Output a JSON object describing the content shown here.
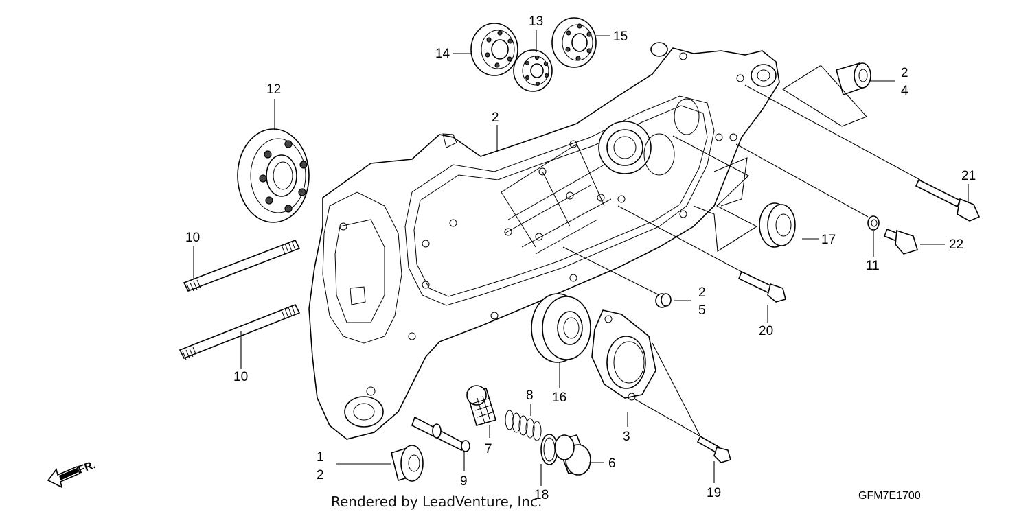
{
  "callouts": [
    {
      "id": "c1",
      "text": "1"
    },
    {
      "id": "c2a",
      "text": "2"
    },
    {
      "id": "c2b",
      "text": "2"
    },
    {
      "id": "c2c",
      "text": "2"
    },
    {
      "id": "c2d",
      "text": "2"
    },
    {
      "id": "c3",
      "text": "3"
    },
    {
      "id": "c4",
      "text": "4"
    },
    {
      "id": "c5",
      "text": "5"
    },
    {
      "id": "c6",
      "text": "6"
    },
    {
      "id": "c7",
      "text": "7"
    },
    {
      "id": "c8",
      "text": "8"
    },
    {
      "id": "c9",
      "text": "9"
    },
    {
      "id": "c10a",
      "text": "10"
    },
    {
      "id": "c10b",
      "text": "10"
    },
    {
      "id": "c11",
      "text": "11"
    },
    {
      "id": "c12",
      "text": "12"
    },
    {
      "id": "c13",
      "text": "13"
    },
    {
      "id": "c14",
      "text": "14"
    },
    {
      "id": "c15",
      "text": "15"
    },
    {
      "id": "c16",
      "text": "16"
    },
    {
      "id": "c17",
      "text": "17"
    },
    {
      "id": "c18",
      "text": "18"
    },
    {
      "id": "c19",
      "text": "19"
    },
    {
      "id": "c20",
      "text": "20"
    },
    {
      "id": "c21",
      "text": "21"
    },
    {
      "id": "c22",
      "text": "22"
    }
  ],
  "credit": "Rendered by LeadVenture, Inc.",
  "diagram_code": "GFM7E1700",
  "direction_label": "FR."
}
